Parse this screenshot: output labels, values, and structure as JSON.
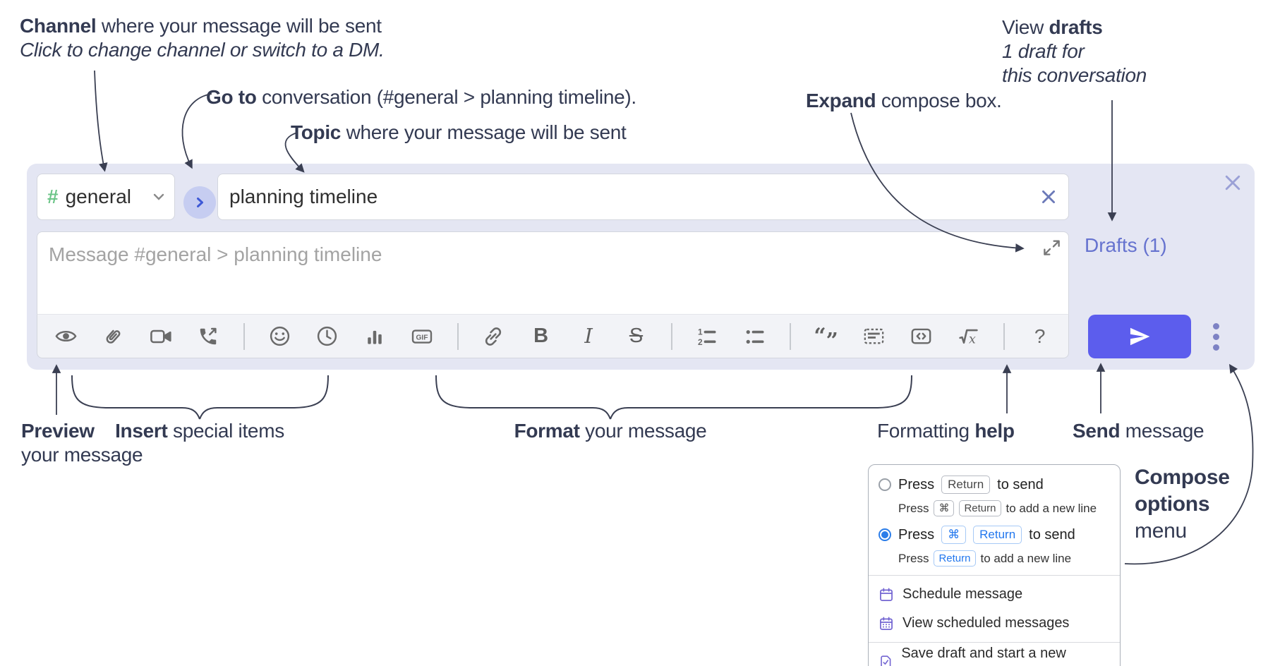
{
  "annotations": {
    "channel": {
      "bold": "Channel",
      "rest": " where your message will be sent",
      "line2": "Click to change channel or switch to a DM."
    },
    "goto": {
      "bold": "Go to",
      "rest": " conversation (#general > planning timeline)."
    },
    "topic": {
      "bold": "Topic",
      "rest": " where your message will be sent"
    },
    "expand": {
      "bold": "Expand",
      "rest": " compose box."
    },
    "drafts": {
      "pre": "View ",
      "bold": "drafts",
      "line2": "1 draft for",
      "line3": "this conversation"
    },
    "preview": {
      "bold": "Preview",
      "line2": "your message"
    },
    "insert": {
      "bold": "Insert",
      "rest": " special items"
    },
    "format": {
      "bold": "Format",
      "rest": " your message"
    },
    "help": {
      "pre": "Formatting ",
      "bold": "help"
    },
    "send": {
      "bold": "Send",
      "rest": " message"
    },
    "compose_options": {
      "line1": "Compose",
      "line2": "options",
      "line3": "menu"
    }
  },
  "compose": {
    "channel_hash": "#",
    "channel_name": "general",
    "topic_value": "planning timeline",
    "message_placeholder": "Message #general > planning timeline",
    "drafts_label": "Drafts (1)"
  },
  "toolbar": {
    "gif": "GIF",
    "bold": "B",
    "italic": "I",
    "strike": "S",
    "quote_open": "“",
    "quote_close": "”",
    "math_x": "x",
    "help": "?"
  },
  "options_menu": {
    "opt_return": {
      "press": "Press",
      "key": "Return",
      "suffix": "to send",
      "sub_press": "Press",
      "sub_key1": "⌘",
      "sub_key2": "Return",
      "sub_suffix": "to add a new line"
    },
    "opt_cmd_return": {
      "press": "Press",
      "key1": "⌘",
      "key2": "Return",
      "suffix": "to send",
      "sub_press": "Press",
      "sub_key": "Return",
      "sub_suffix": "to add a new line"
    },
    "schedule": "Schedule message",
    "view_scheduled": "View scheduled messages",
    "save_draft": "Save draft and start a new message"
  },
  "colors": {
    "accent": "#5c5ded",
    "drafts_link": "#6673cf",
    "channel_green": "#6cc588",
    "key_blue": "#2277ee",
    "compose_bg": "#e4e6f3"
  }
}
